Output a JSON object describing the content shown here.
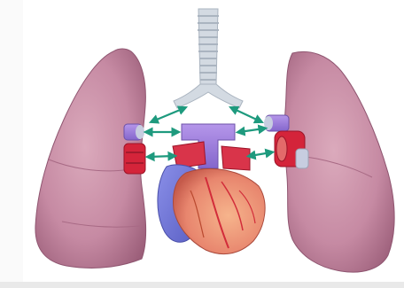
{
  "figure": {
    "subject": "heart-lungs-anatomy",
    "colors": {
      "lung_fill": "#c68aa3",
      "lung_shadow": "#9c5f7a",
      "lung_highlight": "#dfb3c3",
      "trachea": "#cfd6de",
      "trachea_ring": "#aeb7c2",
      "heart_red": "#e8866e",
      "heart_orange": "#f2a27c",
      "heart_blue": "#6f74d8",
      "vein_purple": "#9b7ad9",
      "artery_red": "#d4243a",
      "arrow_teal": "#1e9a7e",
      "background": "#ffffff"
    },
    "arrows": [
      {
        "name": "arrow-trachea-left",
        "direction": "bidirectional"
      },
      {
        "name": "arrow-trachea-right",
        "direction": "bidirectional"
      },
      {
        "name": "arrow-artery-left",
        "direction": "bidirectional"
      },
      {
        "name": "arrow-artery-right",
        "direction": "bidirectional"
      },
      {
        "name": "arrow-vein-left",
        "direction": "bidirectional"
      },
      {
        "name": "arrow-vein-right",
        "direction": "bidirectional"
      }
    ]
  }
}
